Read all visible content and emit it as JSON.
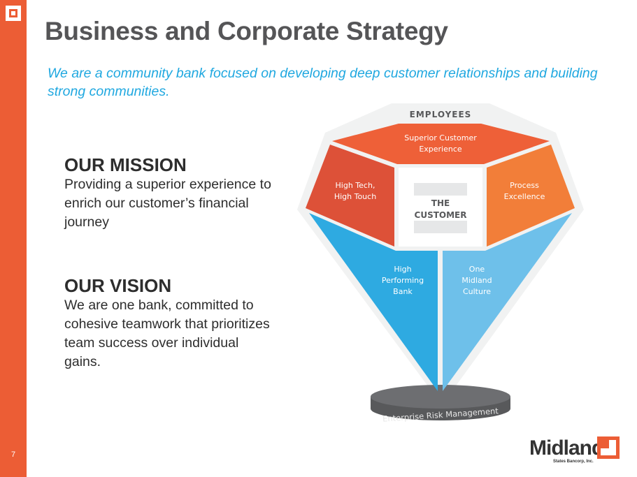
{
  "slide": {
    "page_number": "7",
    "title": "Business and Corporate Strategy",
    "subtitle": "We are a community bank focused on developing deep customer relationships and building strong communities."
  },
  "mission": {
    "heading": "OUR MISSION",
    "text": "Providing a superior experience to enrich our customer’s financial journey"
  },
  "vision": {
    "heading": "OUR VISION",
    "text": "We are one bank, committed to cohesive teamwork that prioritizes team success over individual gains."
  },
  "diagram": {
    "outer_label": "EMPLOYEES",
    "center_line1": "THE",
    "center_line2": "CUSTOMER",
    "top_line1": "Superior Customer",
    "top_line2": "Experience",
    "left_line1": "High Tech,",
    "left_line2": "High Touch",
    "right_line1": "Process",
    "right_line2": "Excellence",
    "lower_left_line1": "High",
    "lower_left_line2": "Performing",
    "lower_left_line3": "Bank",
    "lower_right_line1": "One",
    "lower_right_line2": "Midland",
    "lower_right_line3": "Culture",
    "base_label": "Enterprise Risk Management",
    "colors": {
      "top": "#ee6038",
      "left": "#dd5138",
      "right": "#f27e39",
      "lower_left": "#2eaae1",
      "lower_right": "#6ec0ea",
      "outer": "#f1f2f2",
      "base": "#6d6e71"
    }
  },
  "brand": {
    "name": "Midland",
    "tagline": "States Bancorp, Inc.",
    "accent": "#ec5d35"
  }
}
